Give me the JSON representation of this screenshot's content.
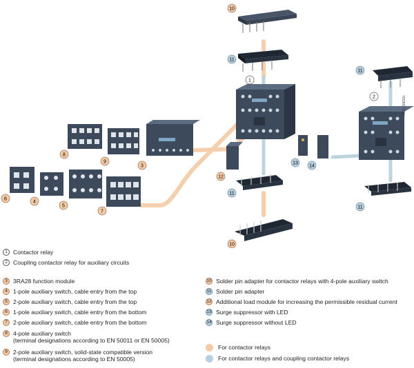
{
  "colors": {
    "device": "#3d4a5c",
    "device_light": "#5b6b80",
    "orange_path": "#f4cfae",
    "blue_path": "#bcd3e0",
    "orange_badge": "#f3c9a6",
    "blue_badge": "#b8d0de"
  },
  "figure_id": "IC01_00632c",
  "badges": {
    "b1": "1",
    "b2": "2",
    "b3": "3",
    "b4": "4",
    "b5": "5",
    "b6": "6",
    "b7": "7",
    "b8": "8",
    "b9": "9",
    "b10a": "10",
    "b10b": "10",
    "b11a": "11",
    "b11b": "11",
    "b11c": "11",
    "b11d": "11",
    "b12": "12",
    "b13": "13",
    "b14": "14"
  },
  "legend_left": [
    {
      "num": "1",
      "style": "white",
      "text": "Contactor relay"
    },
    {
      "num": "2",
      "style": "white",
      "text": "Coupling contactor relay for auxiliary circuits"
    },
    {
      "num": "3",
      "style": "orange",
      "text": "3RA28 function module"
    },
    {
      "num": "4",
      "style": "orange",
      "text": "1-pole auxiliary switch, cable entry from the top"
    },
    {
      "num": "5",
      "style": "orange",
      "text": "2-pole auxiliary switch, cable entry from the top"
    },
    {
      "num": "6",
      "style": "orange",
      "text": "1-pole auxiliary switch, cable entry from the bottom"
    },
    {
      "num": "7",
      "style": "orange",
      "text": "2-pole auxiliary switch, cable entry from the bottom"
    },
    {
      "num": "8",
      "style": "orange",
      "text": "4-pole auxiliary switch\n(terminal designations according to EN 50011 or EN 50005)"
    },
    {
      "num": "9",
      "style": "orange",
      "text": "2-pole auxiliary switch, solid-state compatible version\n(terminal designations according to EN 50005)"
    }
  ],
  "legend_right": [
    {
      "num": "10",
      "style": "orange",
      "text": "Solder pin adapter for contactor relays with 4-pole auxiliary switch"
    },
    {
      "num": "11",
      "style": "blue",
      "text": "Solder pin adapter"
    },
    {
      "num": "12",
      "style": "orange",
      "text": "Additional load module for increasing the permissible residual current"
    },
    {
      "num": "13",
      "style": "blue",
      "text": "Surge suppressor with LED"
    },
    {
      "num": "14",
      "style": "blue",
      "text": "Surge suppressor without LED"
    }
  ],
  "color_key": [
    {
      "color": "#f3c9a6",
      "text": "For contactor relays"
    },
    {
      "color": "#b8d0de",
      "text": "For contactor relays and coupling contactor relays"
    }
  ]
}
